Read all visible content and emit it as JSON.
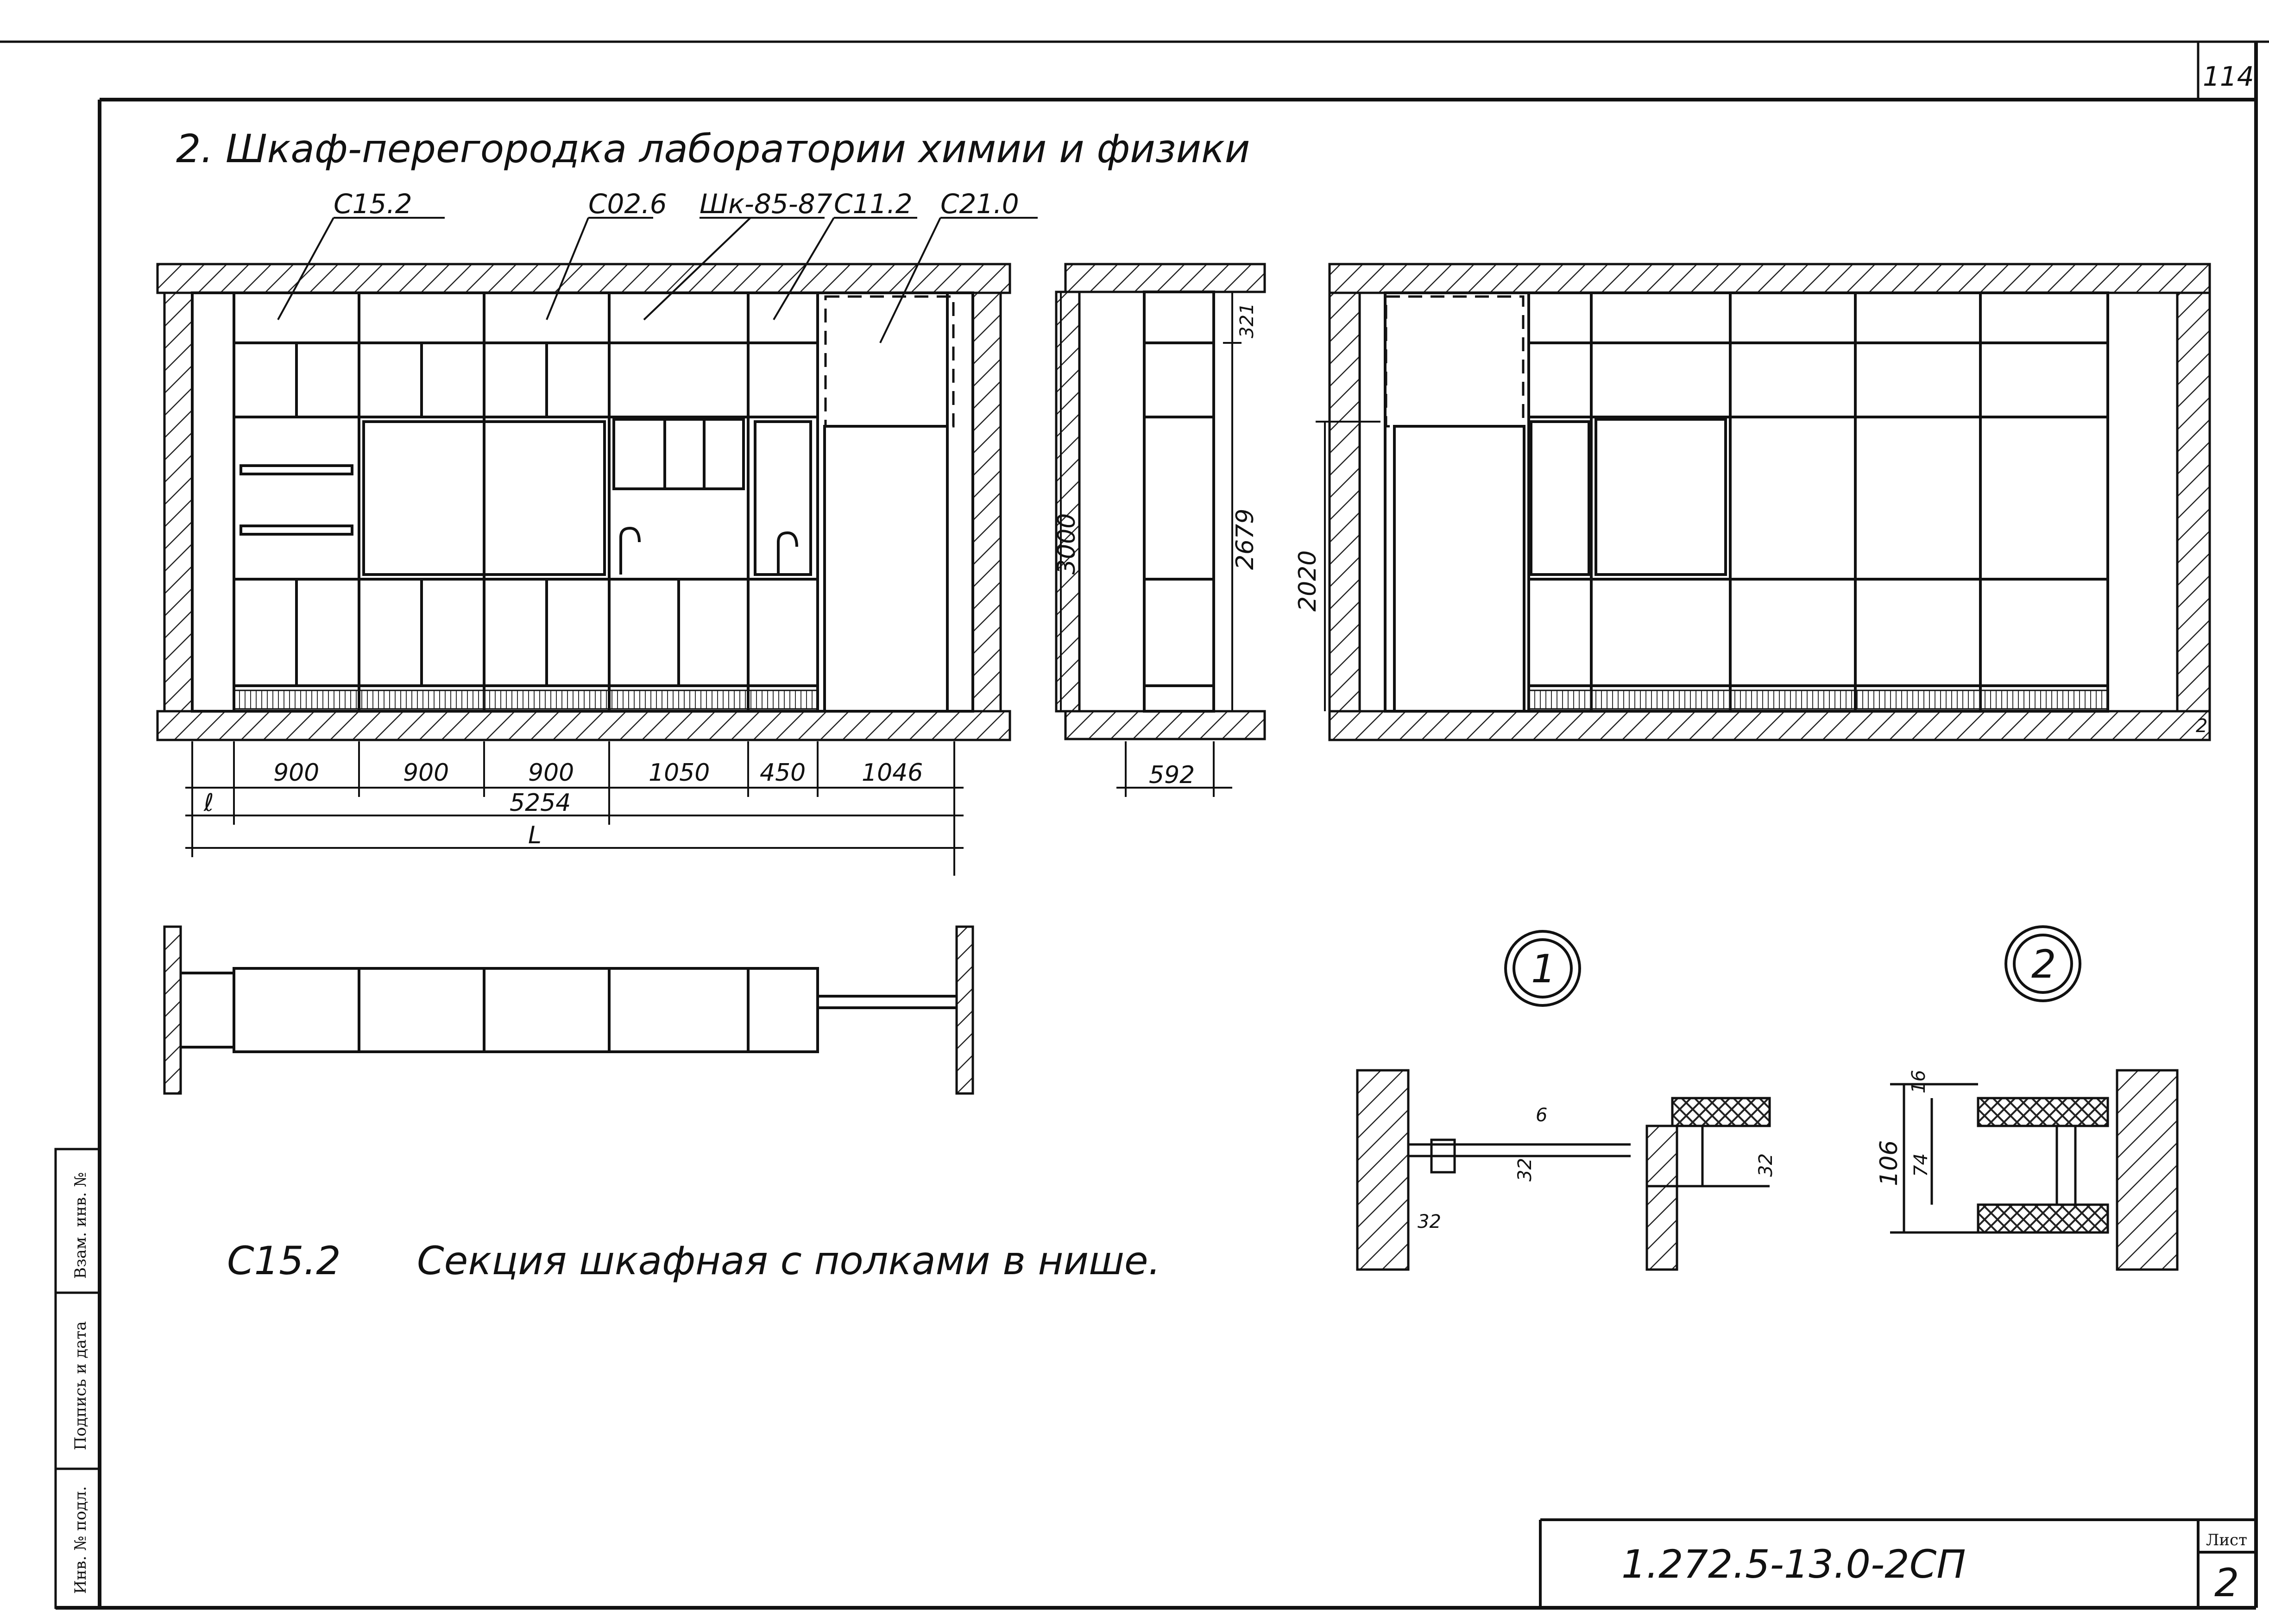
{
  "sheet": {
    "page_number": "114",
    "title": "2. Шкаф-перегородка лаборатории химии и физики",
    "stamp_code": "1.272.5-13.0-2СП",
    "sheet_label": "Лист",
    "sheet_number": "2"
  },
  "side_stamp": {
    "inv_orig": "Инв. № подл.",
    "sign_date": "Подпись и дата",
    "vzam_inv": "Взам. инв. №"
  },
  "labels": {
    "c15_2": "С15.2",
    "c02_6": "С02.6",
    "shk": "Шк-85-87",
    "c11_2": "С11.2",
    "c21_0": "С21.0",
    "bubble1": "1",
    "bubble2": "2",
    "axis": "2",
    "caption_code": "С15.2",
    "caption_text": "Секция шкафная с полками в нише."
  },
  "dims": {
    "d900a": "900",
    "d900b": "900",
    "d900c": "900",
    "d1050": "1050",
    "d450": "450",
    "d1046": "1046",
    "l_small": "ℓ",
    "total": "5254",
    "L": "L",
    "h3000": "3000",
    "h321": "321",
    "h2679": "2679",
    "w592": "592",
    "h2020": "2020",
    "n6": "6",
    "n32a": "32",
    "n32b": "32",
    "n32c": "32",
    "n16": "16",
    "n106": "106",
    "n74": "74"
  }
}
